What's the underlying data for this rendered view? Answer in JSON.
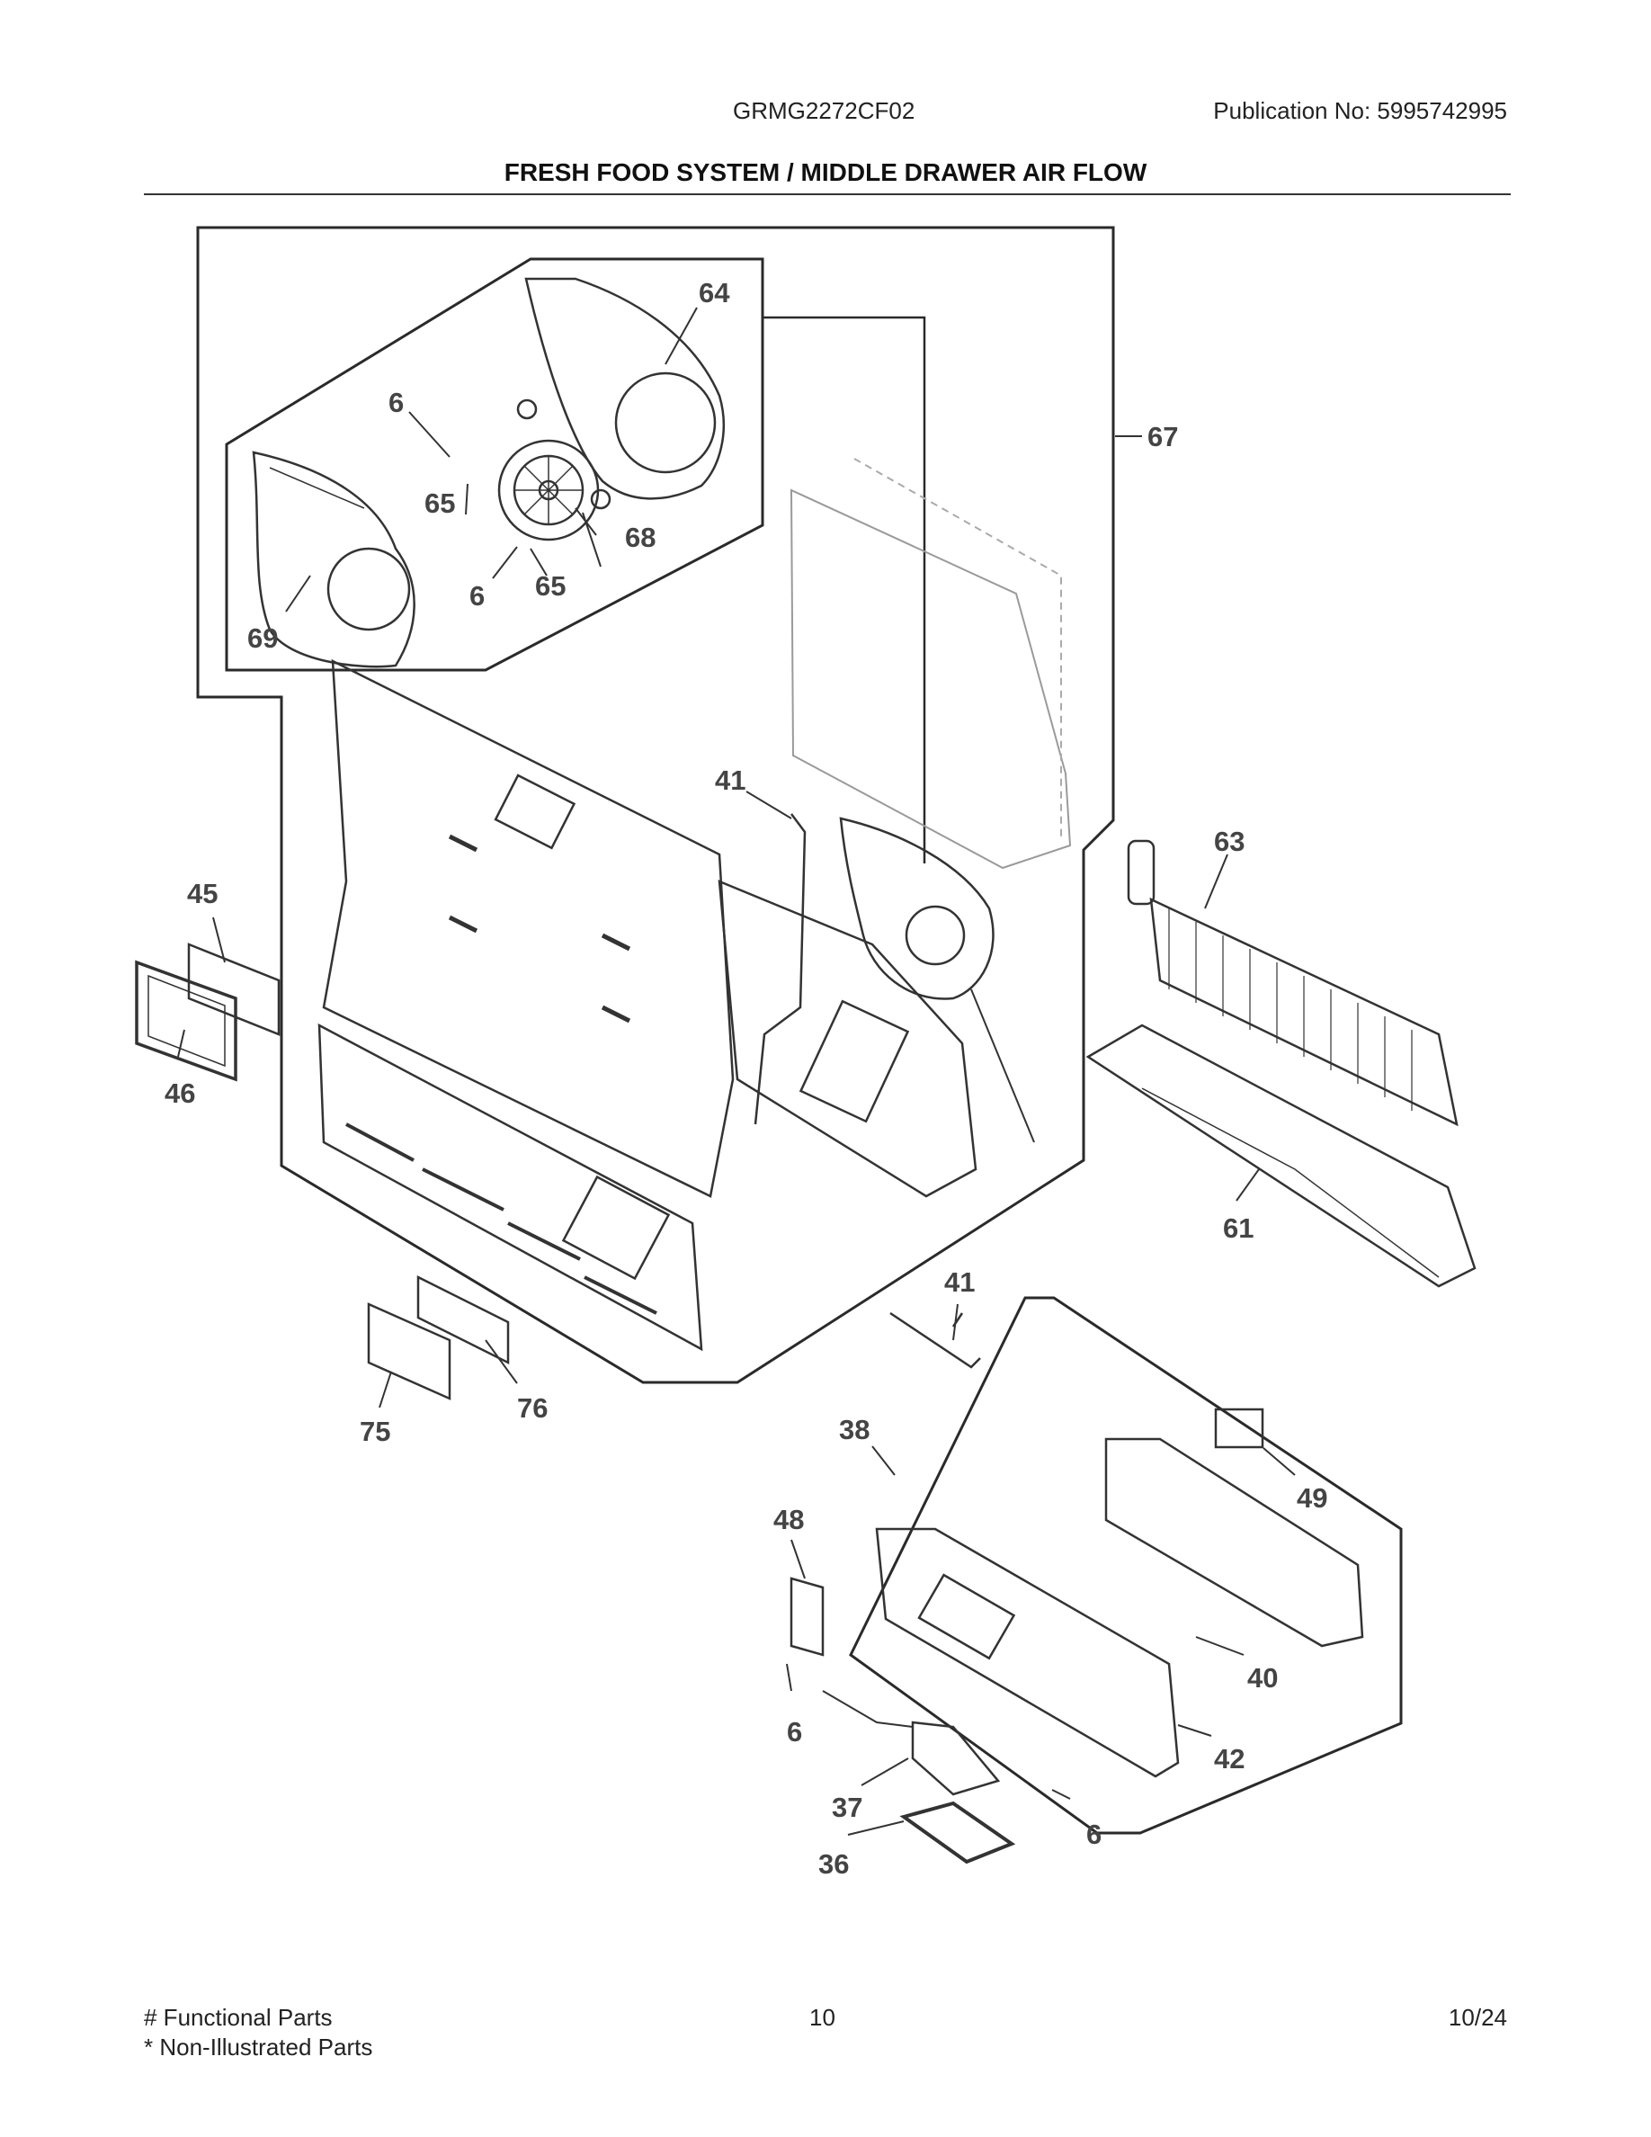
{
  "header": {
    "model": "GRMG2272CF02",
    "publication": "Publication No:  5995742995"
  },
  "title": "FRESH FOOD SYSTEM / MIDDLE DRAWER AIR FLOW",
  "callouts": {
    "c64": "64",
    "c6a": "6",
    "c67": "67",
    "c65a": "65",
    "c68": "68",
    "c6b": "6",
    "c65b": "65",
    "c69": "69",
    "c41a": "41",
    "c63": "63",
    "c45": "45",
    "c46": "46",
    "c61": "61",
    "c41b": "41",
    "c76": "76",
    "c75": "75",
    "c38": "38",
    "c49": "49",
    "c48": "48",
    "c40": "40",
    "c6c": "6",
    "c42": "42",
    "c37": "37",
    "c6d": "6",
    "c36": "36"
  },
  "footer": {
    "functional": "# Functional Parts",
    "non_illustrated": "* Non-Illustrated Parts",
    "page": "10",
    "date": "10/24"
  }
}
